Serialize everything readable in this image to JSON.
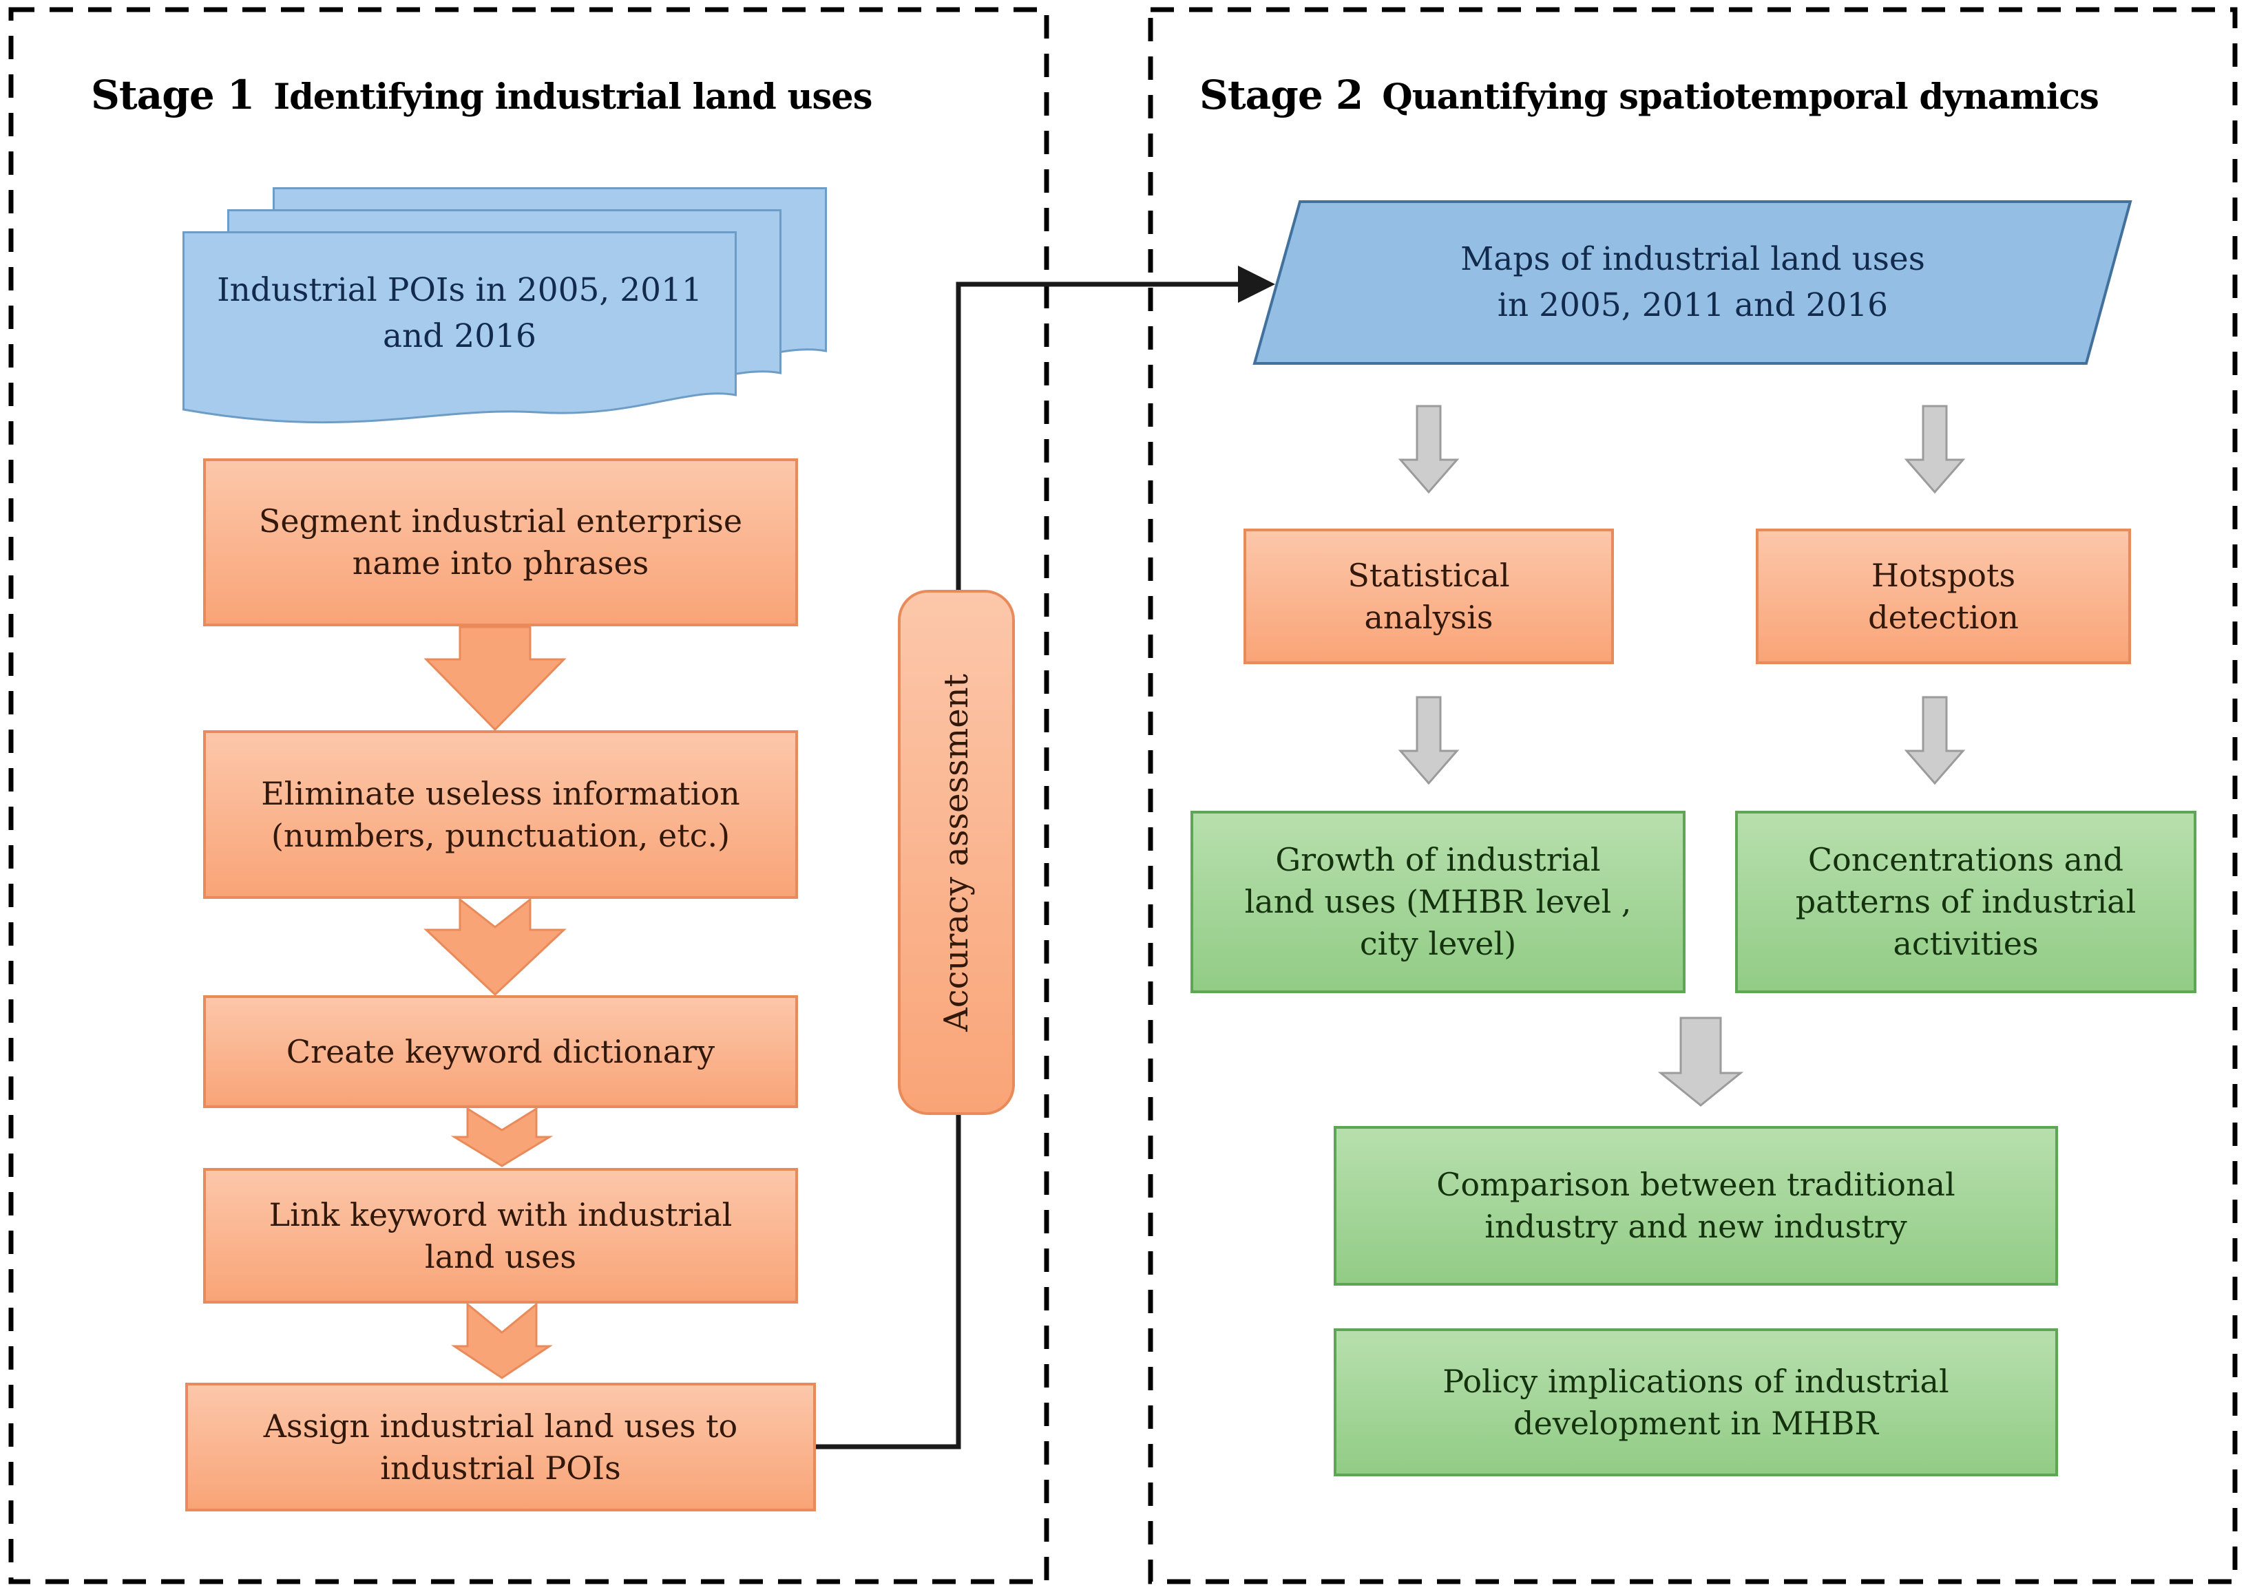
{
  "figure": {
    "stage1": {
      "label": "Stage 1",
      "title": "Identifying industrial land uses",
      "source_shape": {
        "text": "Industrial POIs in 2005, 2011\nand 2016"
      },
      "steps": [
        "Segment industrial enterprise\nname into phrases",
        "Eliminate useless information\n(numbers, punctuation, etc.)",
        "Create keyword dictionary",
        "Link keyword with industrial\nland uses",
        "Assign industrial land uses to\nindustrial POIs"
      ],
      "side_process": "Accuracy assessment"
    },
    "stage2": {
      "label": "Stage 2",
      "title": "Quantifying spatiotemporal dynamics",
      "maps_shape": {
        "text": "Maps of industrial land uses\nin 2005, 2011 and 2016"
      },
      "methods": [
        "Statistical\nanalysis",
        "Hotspots\ndetection"
      ],
      "findings": [
        "Growth of industrial\nland uses (MHBR level ,\ncity level)",
        "Concentrations and\npatterns of industrial\nactivities"
      ],
      "conclusions": [
        "Comparison between traditional\nindustry and new industry",
        "Policy implications of industrial\ndevelopment in MHBR"
      ]
    },
    "palette": {
      "panel_border": "#000000",
      "orange_fill_top": "#FCC7AA",
      "orange_fill_bottom": "#F9A477",
      "orange_border": "#E98A5B",
      "orange_text": "#31180A",
      "green_fill_top": "#B7DFAD",
      "green_fill_bottom": "#92CC86",
      "green_border": "#5EA555",
      "green_text": "#14320E",
      "blue_fill": "#A6CBEC",
      "blue_border": "#6D9DC6",
      "blue_text": "#122B4D",
      "parallelogram_fill": "#94BEE4",
      "parallelogram_border": "#41719C",
      "gray_fill": "#CDCDCD",
      "gray_border": "#9B9B9B",
      "connector": "#1A1A1A"
    }
  }
}
